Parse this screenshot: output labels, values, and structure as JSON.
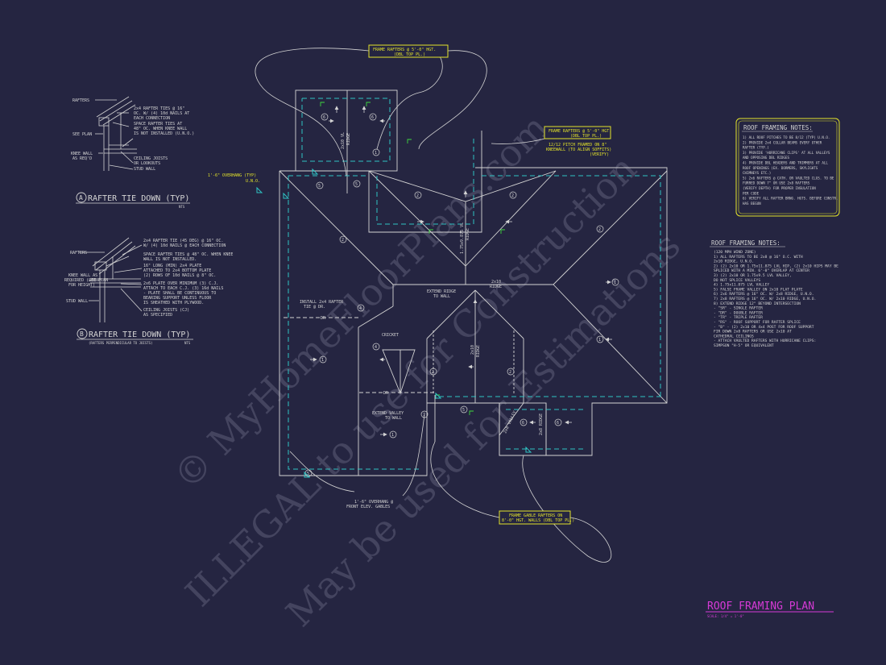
{
  "watermark": {
    "line1": "© MyHomeFloorPlans.com",
    "line2": "ILLEGAL to use for Construction",
    "line3": "May be used for Estimations"
  },
  "detail_a": {
    "rafters": "RAFTERS",
    "ties": [
      "2x4 RAFTER TIES @ 16\"",
      "OC. W/ (4) 10d NAILS AT",
      "EACH CONNECTION"
    ],
    "space": [
      "SPACE RAFTER TIES AT",
      "48\" OC. WHEN KNEE WALL",
      "IS NOT INSTALLED (U.N.O.)"
    ],
    "see_plan": "SEE PLAN",
    "knee_wall": [
      "KNEE WALL",
      "AS REQ'D"
    ],
    "ceiling": [
      "CEILING JOISTS",
      "OR LOOKOUTS"
    ],
    "stud_wall": "STUD WALL",
    "marker": "A",
    "title": "RAFTER TIE DOWN (TYP)",
    "nts": "NTS"
  },
  "detail_b": {
    "rafters": "RAFTERS",
    "ties": [
      "2x4 RAFTER TIE (45 DEG) @ 16\" OC.",
      "W/ (4) 10d NAILS @ EACH CONNECTION"
    ],
    "space": [
      "SPACE RAFTER TIES @ 48\" OC. WHEN KNEE",
      "WALL IS NOT INSTALLED."
    ],
    "long_plate": [
      "16\" LONG (MIN) 2x4 PLATE",
      "ATTACHED TO 2x4 BOTTOM PLATE",
      "(2) ROWS OF 10d NAILS @ 8\" OC."
    ],
    "knee_wall": [
      "KNEE WALL AS",
      "REQUIRED (SEE PLAN",
      "FOR HEIGHT)"
    ],
    "plate_over": [
      "2x6 PLATE OVER MINIMUM (3) C.J.",
      "ATTACH TO EACH C.J. (3) 16d NAILS",
      "- PLATE SHALL BE CONTINUOUS TO",
      "BEARING SUPPORT UNLESS FLOOR",
      "IS SHEATHED WITH PLYWOOD."
    ],
    "stud_wall": "STUD WALL",
    "ceiling": [
      "CEILING JOISTS (CJ)",
      "AS SPECIFIED"
    ],
    "marker": "B",
    "title": "RAFTER TIE DOWN (TYP)",
    "subtitle": "(RAFTERS PERPENDICULAR TO JOISTS)",
    "nts": "NTS"
  },
  "callouts": {
    "top": [
      "FRAME RAFTERS @ 5'-0\" HGT.",
      "(DBL TOP PL.)"
    ],
    "right": [
      "FRAME RAFTERS @ 5'-0\" HGT.",
      "(DBL TOP PL.)"
    ],
    "right_sub": [
      "12/12 PITCH FRAMED ON 8\"",
      "KNEEWALL (TO ALIGN SOFFITS)",
      "(VERIFY)"
    ],
    "bottom": [
      "FRAME GABLE RAFTERS ON",
      "8'-0\" HGT. WALLS (DBL TOP PL.)"
    ]
  },
  "plan_labels": {
    "overhang_top": [
      "1'-6\" OVERHANG (TYP)",
      "U.N.O."
    ],
    "install_tie": [
      "INSTALL 2x4 RAFTER",
      "TIE @ DR."
    ],
    "dr": "DR",
    "cricket": "CRICKET",
    "extend_ridge": [
      "EXTEND RIDGE",
      "TO WALL"
    ],
    "extend_valley": [
      "EXTEND VALLEY",
      "TO WALL"
    ],
    "overhang_bottom": [
      "1'-6\" OVERHANG @",
      "FRONT ELEV. GABLES"
    ],
    "ridge_2x10": [
      "2x10",
      "RIDGE"
    ],
    "ridge_left": [
      "2x10 VL",
      "RIDGE"
    ],
    "ridge_lvl": [
      "1.75x9.875 VL",
      "RIDGE"
    ],
    "valley": "2x8 VALLEY",
    "ridge_2x8": "2x8 RIDGE",
    "circled": [
      "1",
      "2",
      "3",
      "4",
      "5",
      "6",
      "7"
    ]
  },
  "notes1": {
    "title": "ROOF FRAMING NOTES:",
    "items": [
      "1) ALL ROOF PITCHES TO BE 8/12 (TYP) U.N.O.",
      "2) PROVIDE 2x4 COLLAR BEAMS EVERY OTHER",
      "   RAFTER (TYP.)",
      "3) PROVIDE 'HURRICANE CLIPS' AT ALL VALLEYS",
      "   AND OPPOSING DBL RIDGES",
      "4) PROVIDE DBL HEADERS AND TRIMMERS AT ALL",
      "   ROOF OPENINGS (EX. DORMERS, SKYLIGHTS",
      "   CHIMNEYS ETC.)",
      "5) 2x6 RAFTERS @ CATH. OR VAULTED CLGS. TO BE",
      "   FURRED DOWN 7\" OR USE 2x8 RAFTERS",
      "   (VERIFY DEPTH) FOR PROPER INSULATION",
      "   PER CODE",
      "6) VERIFY ALL RAFTER BRNG. HGTS. BEFORE CONSTR.",
      "   HAS BEGUN"
    ]
  },
  "notes2": {
    "title": "ROOF FRAMING NOTES:",
    "items": [
      "(120 MPH WIND ZONE)",
      "1) ALL RAFTERS TO BE 2x8 @ 16\" O.C. WITH",
      "   2x10 RIDGE, U.N.O.",
      "2) (2) 2x10 OR 1.75x11.875 LVL HIP, (2) 2x10 HIPS MAY BE",
      "   SPLICED WITH A MIN. 6'-0\" OVERLAP AT CENTER",
      "3) (2) 2x10 OR 1.75x9.5 LVL VALLEY,",
      "   DO NOT SPLICE VALLEYS",
      "4) 1.75x11.875 LVL VALLEY",
      "5) FALSE FRAME VALLEY ON 2x10 FLAT PLATE",
      "6) 2x6 RAFTERS @ 16\" OC. W/ 2x8 RIDGE, U.N.O.",
      "7) 2x8 RAFTERS @ 16\" OC. W/ 2x10 RIDGE, U.N.O.",
      "8) EXTEND RIDGE 12\" BEYOND INTERSECTION",
      "- \"SR\" - SINGLE RAFTER",
      "- \"DR\" - DOUBLE RAFTER",
      "- \"TR\" - TRIPLE RAFTER",
      "- \"RS\" - ROOF SUPPORT FOR RAFTER SPLICE",
      "- \"B\" - (2) 2x10 OR 4x4 POST FOR ROOF SUPPORT",
      "  FIR DOWN 2x8 RAFTERS OR USE 2x10 AT",
      "  CATHEDRAL CEILINGS",
      "- ATTACH VAULTED RAFTERS WITH HURRICANE CLIPS:",
      "  SIMPSON \"H-5\" OR EQUIVALENT"
    ]
  },
  "plan_title": "ROOF FRAMING PLAN",
  "plan_scale": "SCALE: 1/4\" = 1'-0\"",
  "colors": {
    "background": "#252541",
    "line": "#d4d4d4",
    "cyan": "#2ec4c4",
    "yellow": "#e3e32a",
    "green": "#3ed83e",
    "magenta": "#d63ad6",
    "watermark": "#6a6a84"
  }
}
